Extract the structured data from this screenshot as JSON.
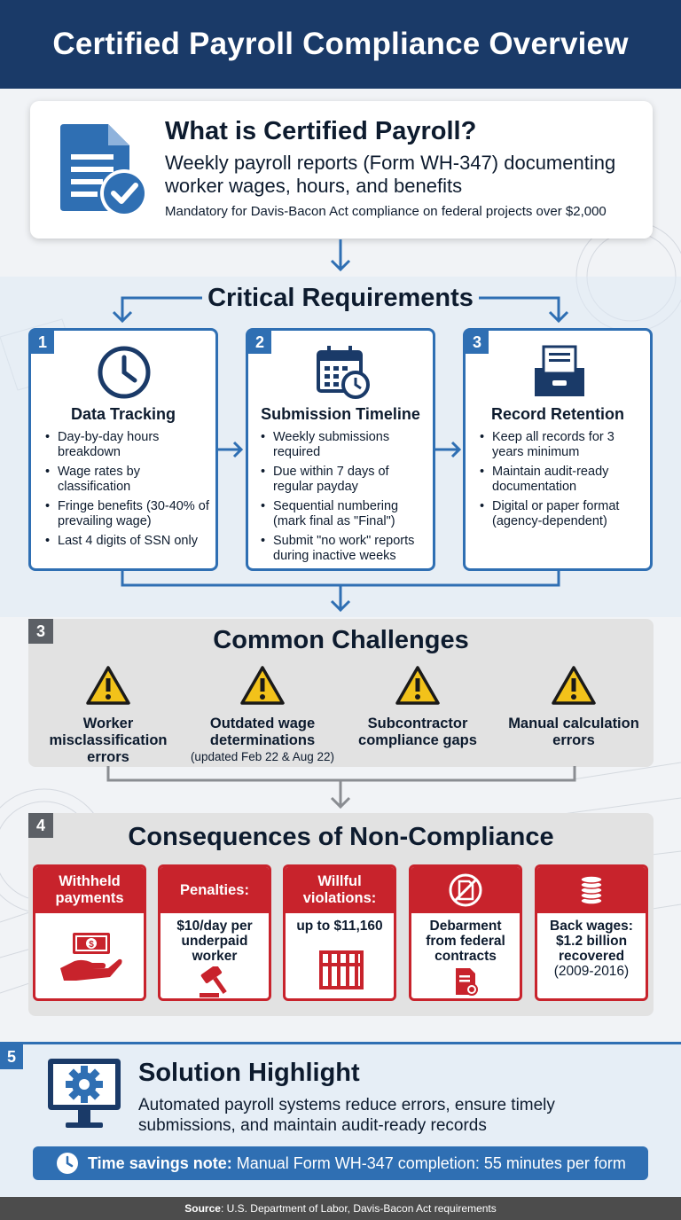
{
  "header": {
    "title": "Certified Payroll Compliance Overview"
  },
  "intro": {
    "icon": "document-check-icon",
    "title": "What is Certified Payroll?",
    "subtitle": "Weekly payroll reports (Form WH-347) documenting worker wages, hours, and benefits",
    "note": "Mandatory for Davis-Bacon Act compliance on federal projects over $2,000"
  },
  "requirements": {
    "title": "Critical Requirements",
    "cards": [
      {
        "number": "1",
        "icon": "clock-icon",
        "title": "Data Tracking",
        "items": [
          "Day-by-day hours breakdown",
          "Wage rates by classification",
          "Fringe benefits (30-40% of prevailing wage)",
          "Last 4 digits of SSN only"
        ]
      },
      {
        "number": "2",
        "icon": "calendar-clock-icon",
        "title": "Submission Timeline",
        "items": [
          "Weekly submissions required",
          "Due within 7 days of regular payday",
          "Sequential numbering (mark final as \"Final\")",
          "Submit \"no work\" reports during inactive weeks"
        ]
      },
      {
        "number": "3",
        "icon": "file-drawer-icon",
        "title": "Record Retention",
        "items": [
          "Keep all records for 3 years minimum",
          "Maintain audit-ready documentation",
          "Digital or paper format (agency-dependent)"
        ]
      }
    ]
  },
  "challenges": {
    "number": "3",
    "title": "Common Challenges",
    "items": [
      {
        "icon": "warning-icon",
        "label": "Worker misclassification errors",
        "sub": ""
      },
      {
        "icon": "warning-icon",
        "label": "Outdated wage determinations",
        "sub": "(updated Feb 22 & Aug 22)"
      },
      {
        "icon": "warning-icon",
        "label": "Subcontractor compliance gaps",
        "sub": ""
      },
      {
        "icon": "warning-icon",
        "label": "Manual calculation errors",
        "sub": ""
      }
    ]
  },
  "consequences": {
    "number": "4",
    "title": "Consequences of Non-Compliance",
    "cards": [
      {
        "head": "Withheld payments",
        "body": "",
        "icon": "hand-money-icon"
      },
      {
        "head": "Penalties:",
        "body": "$10/day per underpaid worker",
        "icon": "gavel-icon"
      },
      {
        "head": "Willful violations:",
        "body": "up to $11,160",
        "icon": "jail-bars-icon"
      },
      {
        "head": "",
        "body": "Debarment from federal contracts",
        "icon": "no-document-icon",
        "icon2": "certificate-icon"
      },
      {
        "head": "",
        "body": "Back wages: $1.2 billion recovered",
        "body_sub": "(2009-2016)",
        "icon": "coin-stack-icon"
      }
    ]
  },
  "solution": {
    "number": "5",
    "icon": "monitor-gear-icon",
    "title": "Solution Highlight",
    "description": "Automated payroll systems reduce errors, ensure timely submissions, and maintain audit-ready records",
    "note_label": "Time savings note:",
    "note_text": "Manual Form WH-347 completion: 55 minutes per form",
    "note_icon": "clock-icon"
  },
  "footer": {
    "label": "Source",
    "text": ": U.S. Department of Labor, Davis-Bacon Act requirements"
  },
  "colors": {
    "navy": "#1a3a68",
    "blue": "#2f6fb3",
    "red": "#c8232c",
    "warning": "#f2c21a",
    "gray_badge": "#5c6066"
  }
}
